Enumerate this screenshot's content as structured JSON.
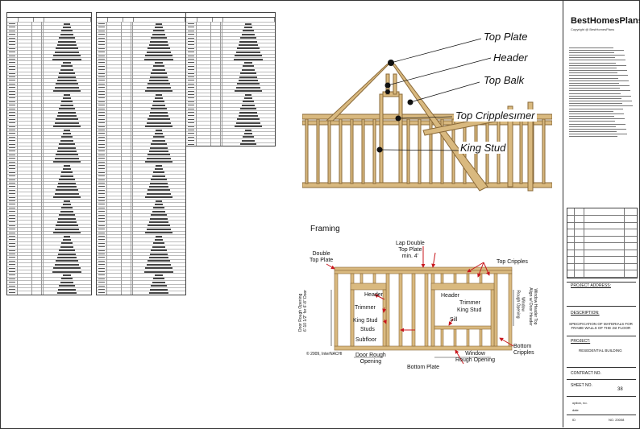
{
  "brand": {
    "name": "BestHomesPlans",
    "copyright": "Copyright @ BestHomesPlans"
  },
  "render_labels": {
    "top_plate": "Top Plate",
    "header": "Header",
    "top_balk": "Top Balk",
    "top_cripples": "Top Cripplesımer",
    "king_stud": "King Stud"
  },
  "framing": {
    "title": "Framing",
    "double_top_plate": "Double\nTop Plate",
    "lap_double": "Lap Double\nTop Plate\nmin. 4'",
    "top_cripples": "Top Cripples",
    "header_left": "Header",
    "trimmer_left": "Trimmer",
    "king_stud_left": "King Stud",
    "studs": "Studs",
    "subfloor": "Subfloor",
    "header_right": "Header",
    "trimmer_right": "Trimmer",
    "king_stud_right": "King Stud",
    "sill": "Sill",
    "bottom_cripples": "Bottom\nCripples",
    "door_rough": "Door Rough\nOpening",
    "window_rough": "Window\nRough Opening",
    "bottom_plate": "Bottom Plate",
    "copyright": "© 2009, InterNACHI",
    "door_rough_vertical": "Door Rough Opening\n6'-10 1/2\" for 6'-8\" Door",
    "window_vertical": "Window\nRough Opening",
    "window_header_vertical": "Window Header Top\nAlign w/ Door Header"
  },
  "title_block": {
    "project_address": "PROJECT ADDRESS:",
    "description": "DESCRIPTION:",
    "description_text": "SPECIFICATION OF MATERIALS FOR\nFRAME WALLS OF THE 2st FLOOR",
    "project": "PROJECT:",
    "project_text": "RESEDENTIAL BUILDING",
    "contract_no": "CONTRACT NO.",
    "sheet_no": "SHEET NO.",
    "sheet_value": "38",
    "option": "option, no.",
    "date": "date",
    "id": "ID",
    "no": "NO. 20008"
  },
  "colors": {
    "lumber": "#c9a36a",
    "lumber_dark": "#8a6a3a",
    "arrow_red": "#c8171e",
    "dimension": "#222"
  }
}
